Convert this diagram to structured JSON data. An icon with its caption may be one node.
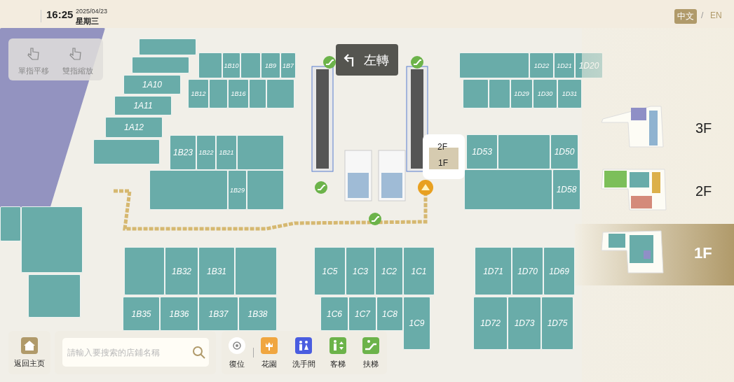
{
  "diagram": {
    "nodes": [
      {
        "text": [],
        "shape": "box"
      },
      {
        "text": [],
        "shape": "box"
      },
      {
        "text": [],
        "shape": "box"
      },
      {
        "text": [
          "1A10"
        ]
      },
      {
        "text": [
          "1A11"
        ]
      },
      {
        "text": [
          "1A12"
        ]
      },
      {
        "text": [],
        "shape": "box"
      },
      {
        "text": [],
        "shape": "box"
      },
      {
        "text": [
          "1B10"
        ]
      },
      {
        "text": [],
        "shape": "box"
      },
      {
        "text": [
          "1B9"
        ]
      },
      {
        "text": [
          "1B7"
        ]
      },
      {
        "text": [
          "1B12"
        ]
      },
      {
        "text": [],
        "shape": "box"
      },
      {
        "text": [
          "1B16"
        ]
      },
      {
        "text": [],
        "shape": "box"
      },
      {
        "text": [],
        "shape": "box"
      },
      {
        "text": [],
        "shape": "box"
      },
      {
        "text": [
          "1D22"
        ]
      },
      {
        "text": [
          "1D21"
        ]
      },
      {
        "text": [
          "1D20"
        ]
      },
      {
        "text": [],
        "shape": "box"
      },
      {
        "text": [],
        "shape": "box"
      },
      {
        "text": [
          "1D29"
        ]
      },
      {
        "text": [
          "1D30"
        ]
      },
      {
        "text": [
          "1D31"
        ]
      },
      {
        "text": [
          "1B23"
        ]
      },
      {
        "text": [
          "1B22"
        ]
      },
      {
        "text": [
          "1B21"
        ]
      },
      {
        "text": [],
        "shape": "box"
      },
      {
        "text": [
          "1D53"
        ]
      },
      {
        "text": [],
        "shape": "box"
      },
      {
        "text": [
          "1D50"
        ]
      },
      {
        "text": [],
        "shape": "box"
      },
      {
        "text": [
          "1B29"
        ]
      },
      {
        "text": [],
        "shape": "box"
      },
      {
        "text": [],
        "shape": "box"
      },
      {
        "text": [
          "1D58"
        ]
      },
      {
        "text": [],
        "shape": "box"
      },
      {
        "text": [],
        "shape": "box"
      },
      {
        "text": [],
        "shape": "box"
      },
      {
        "text": [
          "1B32"
        ]
      },
      {
        "text": [
          "1B31"
        ]
      },
      {
        "text": [],
        "shape": "box"
      },
      {
        "text": [
          "1C5"
        ]
      },
      {
        "text": [
          "1C3"
        ]
      },
      {
        "text": [
          "1C2"
        ]
      },
      {
        "text": [
          "1C1"
        ]
      },
      {
        "text": [
          "1D71"
        ]
      },
      {
        "text": [
          "1D70"
        ]
      },
      {
        "text": [
          "1D69"
        ]
      },
      {
        "text": [],
        "shape": "box"
      },
      {
        "text": [
          "1B35"
        ]
      },
      {
        "text": [
          "1B36"
        ]
      },
      {
        "text": [
          "1B37"
        ]
      },
      {
        "text": [
          "1B38"
        ]
      },
      {
        "text": [
          "1C6"
        ]
      },
      {
        "text": [
          "1C7"
        ]
      },
      {
        "text": [
          "1C8"
        ]
      },
      {
        "text": [
          "1C9"
        ]
      },
      {
        "text": [
          "1D72"
        ]
      },
      {
        "text": [
          "1D73"
        ]
      },
      {
        "text": [
          "1D75"
        ]
      }
    ],
    "labels": [
      "16:25",
      "2025/04/23",
      "星期三",
      "中文",
      "/",
      "EN",
      "單指平移",
      "雙指縮放",
      "左轉",
      "2F",
      "1F",
      "3F",
      "2F",
      "1F",
      "請輸入要搜索的店鋪名稱",
      "返回主页",
      "復位",
      "花園",
      "洗手間",
      "客梯",
      "扶梯"
    ]
  }
}
